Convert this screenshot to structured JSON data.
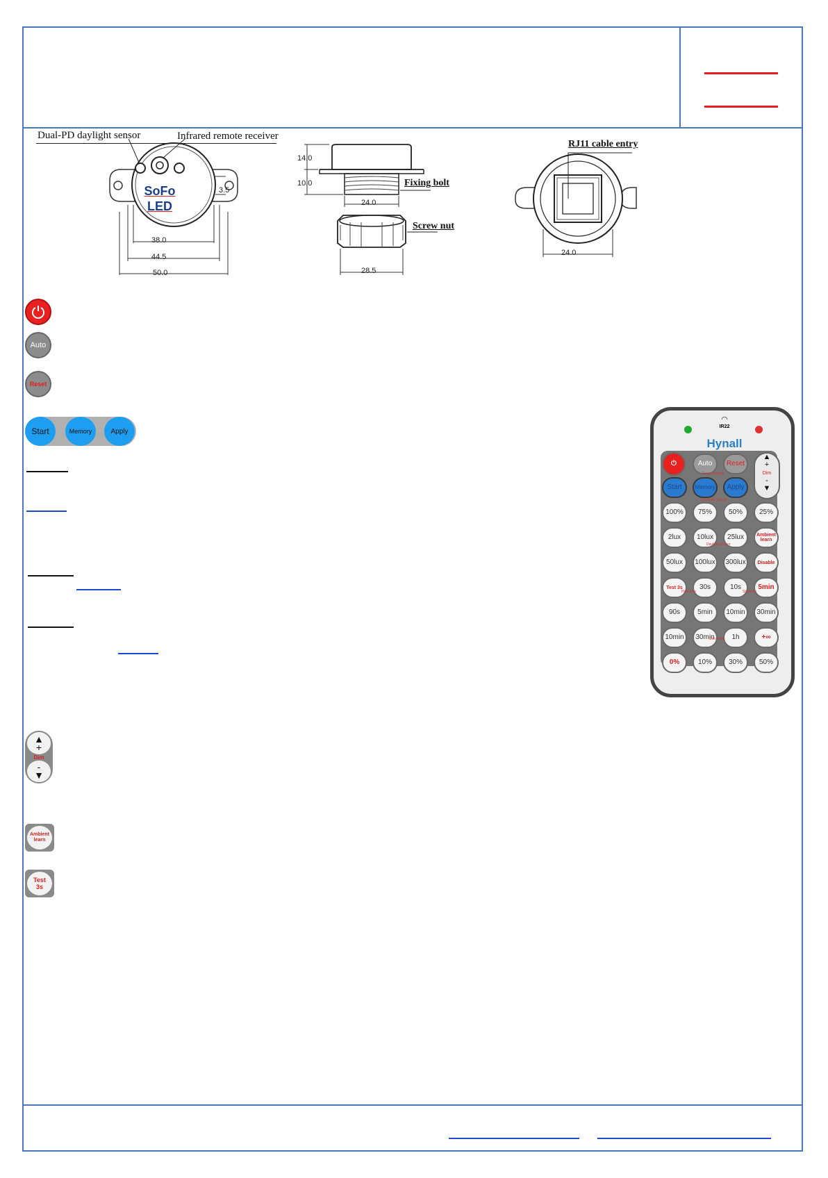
{
  "diagram": {
    "labels": {
      "dual_pd": "Dual-PD daylight sensor",
      "ir_receiver": "Infrared remote receiver",
      "fixing_bolt": "Fixing bolt",
      "screw_nut": "Screw nut",
      "rj11": "RJ11 cable entry"
    },
    "logo": {
      "line1": "SoFo",
      "line2": "LED"
    },
    "dimensions": {
      "d38": "38.0",
      "d445": "44.5",
      "d50": "50.0",
      "d35": "3.5",
      "d14": "14.0",
      "d10": "10.0",
      "d24a": "24.0",
      "d285": "28.5",
      "d24b": "24.0"
    }
  },
  "icons": {
    "auto": "Auto",
    "reset": "Reset",
    "start": "Start",
    "memory": "Memory",
    "apply": "Apply",
    "dim": "Dim",
    "ambient": "Ambient learn",
    "test": "Test 3s"
  },
  "remote": {
    "ir": "IR22",
    "brand": "Hynall",
    "scene": "Scene Setting",
    "detection": "Detection Range",
    "daylight": "Daylight sensor",
    "hold": "Hold time",
    "standby": "Stand-by",
    "dimlevel": "Dim Level",
    "rows": [
      [
        "100%",
        "75%",
        "50%",
        "25%"
      ],
      [
        "2lux",
        "10lux",
        "25lux",
        "Ambient learn"
      ],
      [
        "50lux",
        "100lux",
        "300lux",
        "Disable"
      ],
      [
        "Test 3s",
        "30s",
        "10s",
        "5min"
      ],
      [
        "90s",
        "5min",
        "10min",
        "30min"
      ],
      [
        "10min",
        "30min",
        "1h",
        "+∞"
      ],
      [
        "0%",
        "10%",
        "30%",
        "50%"
      ]
    ],
    "top": {
      "auto": "Auto",
      "reset": "Reset",
      "start": "Start",
      "memory": "Memory",
      "apply": "Apply",
      "dim": "Dim"
    }
  },
  "colors": {
    "frame": "#4a76c4",
    "red": "#e41e1e",
    "blue_btn": "#1e9ef0"
  }
}
